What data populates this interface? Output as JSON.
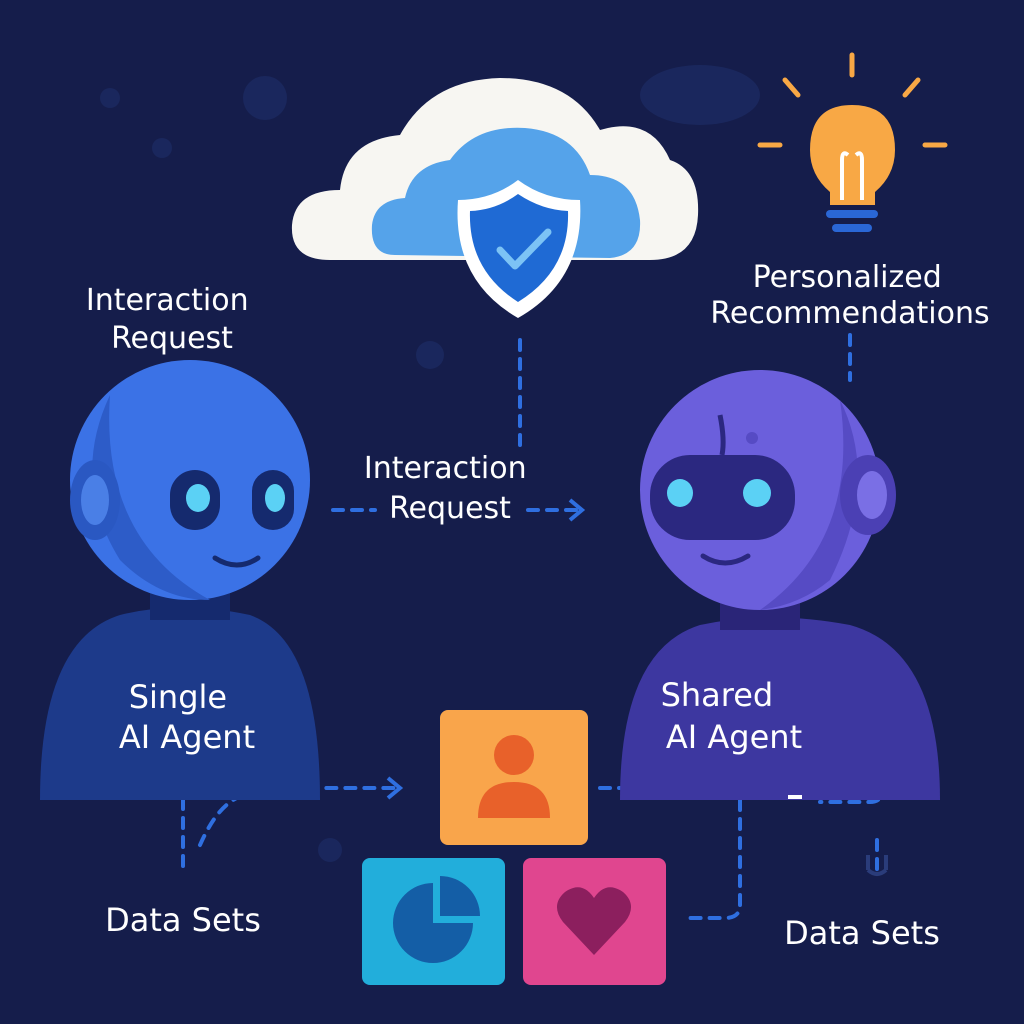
{
  "labels": {
    "interaction_request_top": [
      "Interaction",
      "Request"
    ],
    "interaction_request_mid": [
      "Interaction",
      "Request"
    ],
    "personalized": [
      "Personalized",
      "Recommendations"
    ],
    "single_agent": [
      "Single",
      "AI Agent"
    ],
    "shared_agent": [
      "Shared",
      "AI Agent"
    ],
    "data_sets_left": "Data Sets",
    "data_sets_right": "Data Sets"
  },
  "colors": {
    "background": "#151d4b",
    "single_agent": "#3b72e6",
    "shared_agent": "#6b5fdc",
    "card_user": "#f9a54b",
    "card_chart": "#22aedb",
    "card_heart": "#e0468f",
    "bulb": "#f8a845",
    "connector": "#2f6fe0"
  }
}
